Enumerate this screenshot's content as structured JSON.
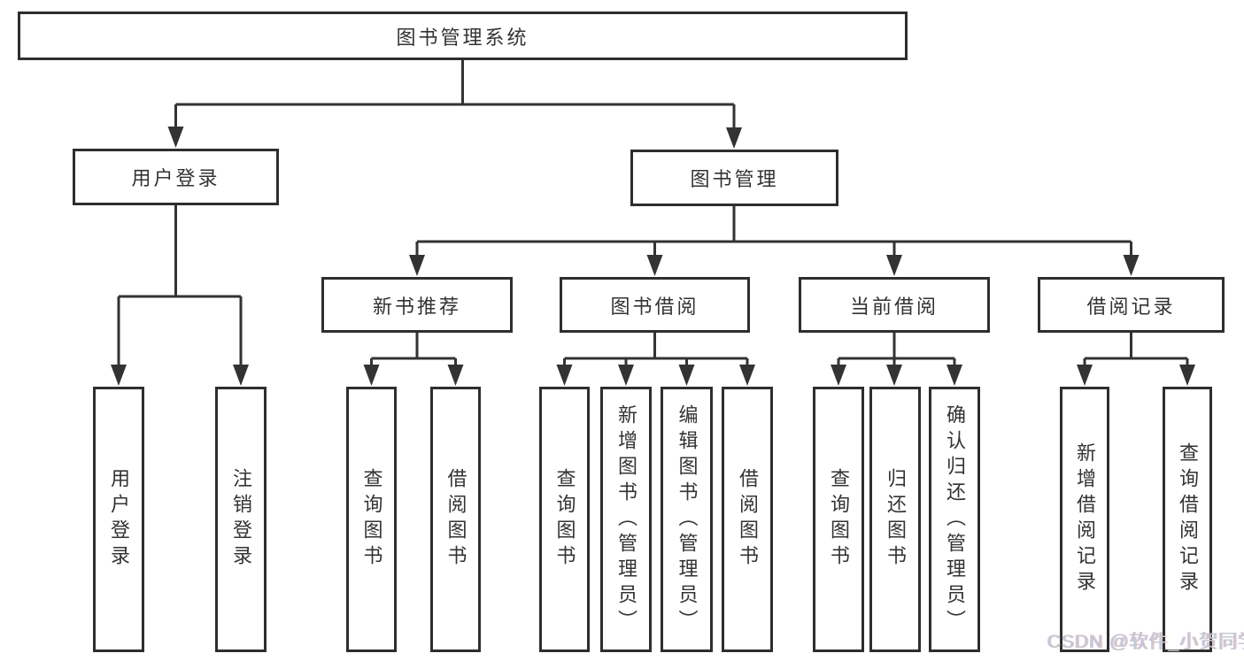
{
  "diagram": {
    "root": {
      "label": "图书管理系统"
    },
    "level2": [
      {
        "label": "用户登录"
      },
      {
        "label": "图书管理"
      }
    ],
    "level3": [
      {
        "label": "新书推荐"
      },
      {
        "label": "图书借阅"
      },
      {
        "label": "当前借阅"
      },
      {
        "label": "借阅记录"
      }
    ],
    "leaves": {
      "user_login": [
        "用户登录",
        "注销登录"
      ],
      "new_book_rec": [
        "查询图书",
        "借阅图书"
      ],
      "book_borrow": [
        "查询图书",
        "新增图书（管理员）",
        "编辑图书（管理员）",
        "借阅图书"
      ],
      "current_borrow": [
        "查询图书",
        "归还图书",
        "确认归还（管理员）"
      ],
      "borrow_records": [
        "新增借阅记录",
        "查询借阅记录"
      ]
    },
    "watermark": "CSDN @软件_小贺同学",
    "colors": {
      "line": "#333333",
      "box_border": "#2e2e2e",
      "text": "#333333",
      "background": "#ffffff",
      "watermark": "#c6cad0"
    }
  }
}
